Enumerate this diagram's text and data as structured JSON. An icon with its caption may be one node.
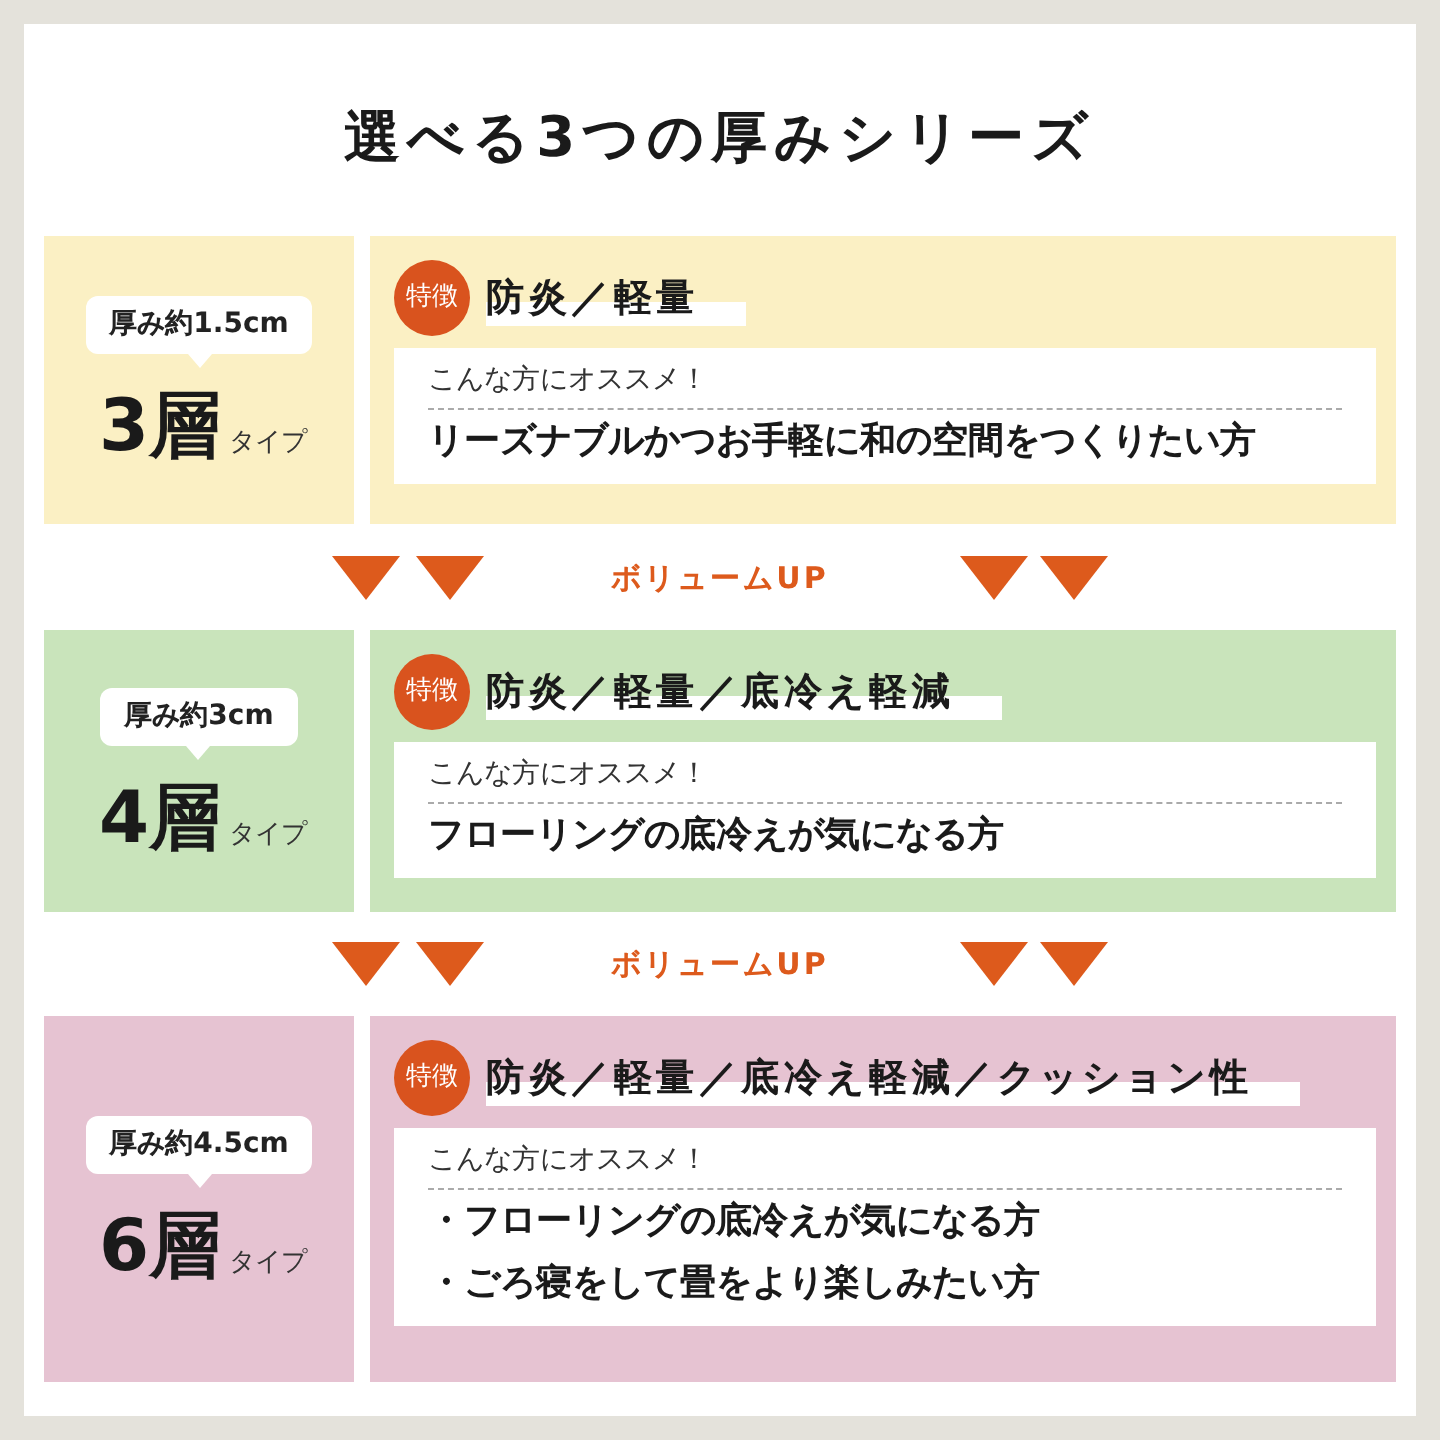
{
  "diagram": {
    "title": "選べる3つの厚みシリーズ",
    "nodes": [
      {
        "text": [
          "3層",
          "タイプ"
        ]
      },
      {
        "text": [
          "厚み約1.5cm"
        ],
        "in": 0
      },
      {
        "text": [
          "防炎／軽量"
        ]
      },
      {
        "text": [
          "特徴"
        ],
        "in": 2
      },
      {
        "text": [
          "こんな方にオススメ！",
          "リーズナブルかつお手軽に和の空間をつくりたい方"
        ],
        "in": 2
      },
      {
        "text": [
          "4層",
          "タイプ"
        ]
      },
      {
        "text": [
          "厚み約3cm"
        ],
        "in": 5
      },
      {
        "text": [
          "防炎／軽量／底冷え軽減"
        ]
      },
      {
        "text": [
          "特徴"
        ],
        "in": 7
      },
      {
        "text": [
          "こんな方にオススメ！",
          "フローリングの底冷えが気になる方"
        ],
        "in": 7
      },
      {
        "text": [
          "6層",
          "タイプ"
        ]
      },
      {
        "text": [
          "厚み約4.5cm"
        ],
        "in": 10
      },
      {
        "text": [
          "防炎／軽量／底冷え軽減／クッション性"
        ]
      },
      {
        "text": [
          "特徴"
        ],
        "in": 12
      },
      {
        "text": [
          "こんな方にオススメ！",
          "・フローリングの底冷えが気になる方",
          "・ごろ寝をして畳をより楽しみたい方"
        ],
        "in": 12
      }
    ],
    "labels": [
      "ボリュームUP",
      "ボリュームUP"
    ]
  }
}
